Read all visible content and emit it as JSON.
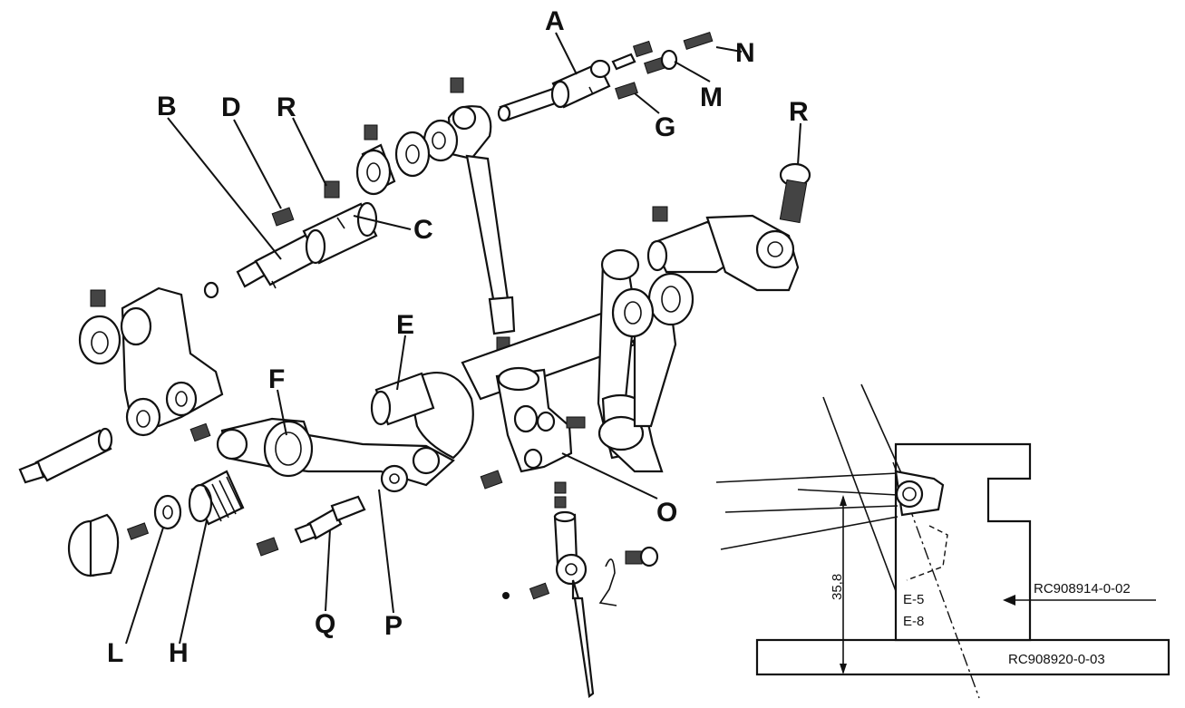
{
  "labels": {
    "A": "A",
    "B": "B",
    "C": "C",
    "D": "D",
    "E": "E",
    "F": "F",
    "G": "G",
    "H": "H",
    "L": "L",
    "M": "M",
    "N": "N",
    "O": "O",
    "P": "P",
    "Q": "Q",
    "R1": "R",
    "R2": "R"
  },
  "inset": {
    "dimension": "35,8",
    "gauge_label_1": "E-5",
    "gauge_label_2": "E-8",
    "part_number_gauge": "RC908914-0-02",
    "part_number_base": "RC908920-0-03"
  }
}
